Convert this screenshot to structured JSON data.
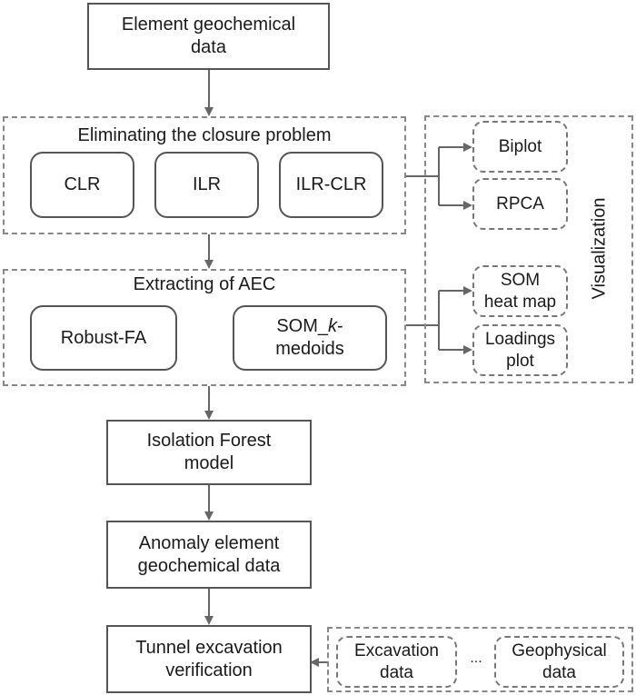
{
  "nodes": {
    "element_geochemical_data": "Element geochemical\ndata",
    "closure_group_title": "Eliminating the closure problem",
    "clr": "CLR",
    "ilr": "ILR",
    "ilr_clr": "ILR-CLR",
    "aec_group_title": "Extracting of AEC",
    "robust_fa": "Robust-FA",
    "som_kmedoids_prefix": "SOM_",
    "som_kmedoids_italic": "k",
    "som_kmedoids_suffix": "-\nmedoids",
    "visualization_title": "Visualization",
    "biplot": "Biplot",
    "rpca": "RPCA",
    "som_heat_map": "SOM\nheat map",
    "loadings_plot": "Loadings\nplot",
    "isolation_forest": "Isolation Forest\nmodel",
    "anomaly_data": "Anomaly element\ngeochemical data",
    "tunnel_verification": "Tunnel excavation\nverification",
    "excavation_data": "Excavation\ndata",
    "ellipsis": "...",
    "geophysical_data": "Geophysical\ndata"
  },
  "colors": {
    "line": "#666666",
    "border": "#555555",
    "dash": "#888888"
  }
}
